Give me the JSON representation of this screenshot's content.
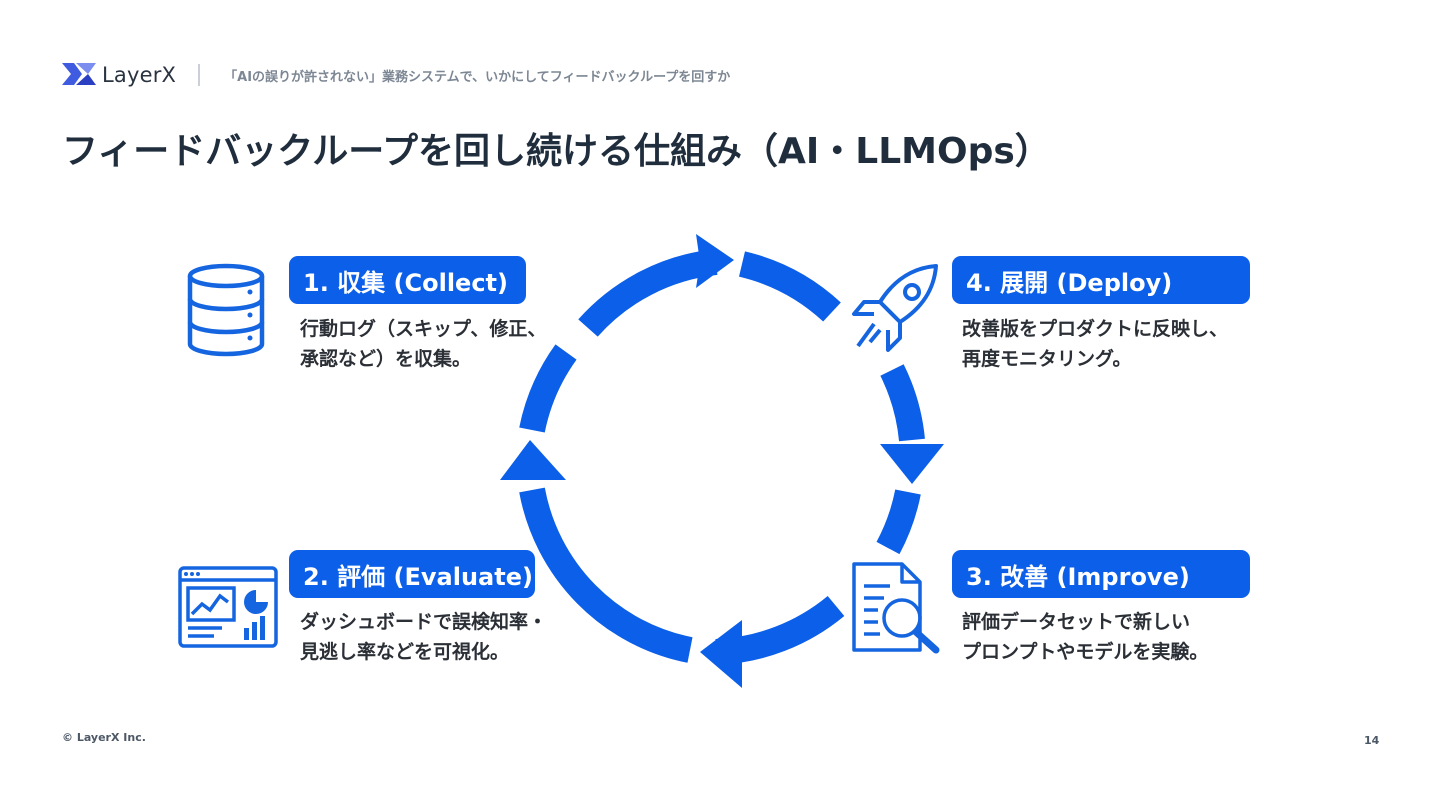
{
  "header": {
    "logo_text": "LayerX",
    "subtitle": "「AIの誤りが許されない」業務システムで、いかにしてフィードバックループを回すか"
  },
  "title": "フィードバックループを回し続ける仕組み（AI・LLMOps）",
  "steps": [
    {
      "label": "1. 収集 (Collect)",
      "desc": [
        "行動ログ（スキップ、修正、",
        "承認など）を収集。"
      ],
      "icon": "database-icon"
    },
    {
      "label": "2. 評価 (Evaluate)",
      "desc": [
        "ダッシュボードで誤検知率・",
        "見逃し率などを可視化。"
      ],
      "icon": "dashboard-icon"
    },
    {
      "label": "3. 改善 (Improve)",
      "desc": [
        "評価データセットで新しい",
        "プロンプトやモデルを実験。"
      ],
      "icon": "document-search-icon"
    },
    {
      "label": "4. 展開 (Deploy)",
      "desc": [
        "改善版をプロダクトに反映し、",
        "再度モニタリング。"
      ],
      "icon": "rocket-icon"
    }
  ],
  "colors": {
    "accent": "#0b5fe8",
    "title": "#1f2d3d",
    "icon_stroke": "#1565e0"
  },
  "footer": {
    "copyright": "© LayerX Inc.",
    "page_number": "14"
  }
}
